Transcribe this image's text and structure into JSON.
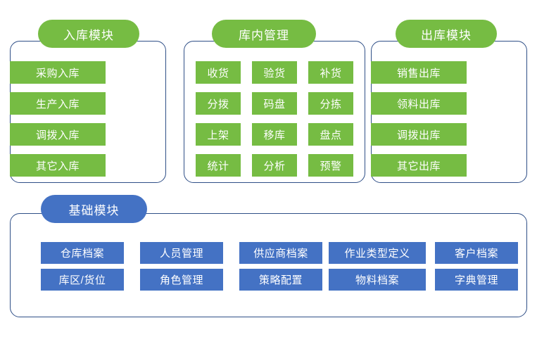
{
  "colors": {
    "green": "#76bc43",
    "blue": "#4472c4",
    "panel_border": "#2f4f87",
    "background": "#ffffff",
    "text": "#ffffff"
  },
  "modules": {
    "inbound": {
      "title": "入库模块",
      "items": [
        "采购入库",
        "生产入库",
        "调拨入库",
        "其它入库"
      ]
    },
    "internal": {
      "title": "库内管理",
      "items": [
        "收货",
        "验货",
        "补货",
        "分拨",
        "码盘",
        "分拣",
        "上架",
        "移库",
        "盘点",
        "统计",
        "分析",
        "预警"
      ]
    },
    "outbound": {
      "title": "出库模块",
      "items": [
        "销售出库",
        "领料出库",
        "调拨出库",
        "其它出库"
      ]
    },
    "base": {
      "title": "基础模块",
      "items": [
        "仓库档案",
        "人员管理",
        "供应商档案",
        "作业类型定义",
        "客户档案",
        "库区/货位",
        "角色管理",
        "策略配置",
        "物料档案",
        "字典管理"
      ]
    }
  }
}
